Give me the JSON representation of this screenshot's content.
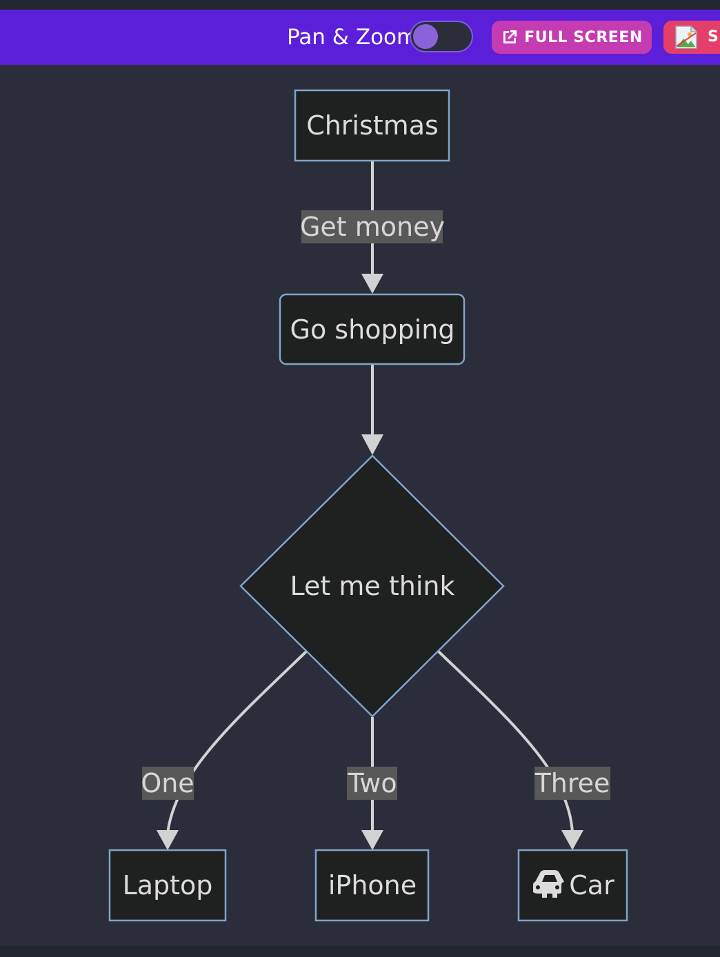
{
  "toolbar": {
    "pan_zoom_label": "Pan & Zoom",
    "pan_zoom_enabled": false,
    "fullscreen_label": "FULL SCREEN",
    "fullscreen_icon": "external-link-icon",
    "svg_button_label": "S",
    "svg_button_icon": "broken-image-icon"
  },
  "colors": {
    "toolbar_bg": "#5c1fd9",
    "fullscreen_bg": "#c53bb2",
    "svg_button_bg": "#e43f68",
    "canvas_bg": "#2b2e3a",
    "node_fill": "#1f2020",
    "node_stroke": "#81a4cb",
    "edge_color": "#d2d2d2",
    "edge_label_bg": "#585858"
  },
  "diagram": {
    "nodes": {
      "christmas": "Christmas",
      "shopping": "Go shopping",
      "decision": "Let me think",
      "laptop": "Laptop",
      "iphone": "iPhone",
      "car": "Car"
    },
    "car_icon": "car-icon",
    "edges": {
      "get_money": "Get money",
      "one": "One",
      "two": "Two",
      "three": "Three"
    }
  }
}
